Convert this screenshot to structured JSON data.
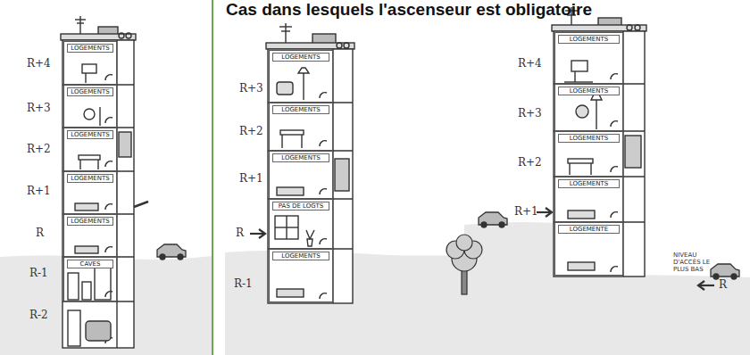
{
  "diagram": {
    "title": "Cas dans lesquels l'ascenseur est obligatoire",
    "nodes": [
      {
        "text": [
          "LOGEMENTS"
        ]
      },
      {
        "text": [
          "LOGEMENTS"
        ]
      },
      {
        "text": [
          "LOGEMENTS"
        ]
      },
      {
        "text": [
          "LOGEMENTS"
        ]
      },
      {
        "text": [
          "LOGEMENTS"
        ]
      },
      {
        "text": [
          "CAVES"
        ]
      },
      {
        "text": [
          "LOGEMENTS"
        ]
      },
      {
        "text": [
          "LOGEMENTS"
        ]
      },
      {
        "text": [
          "LOGEMENTS"
        ]
      },
      {
        "text": [
          "PAS DE LOGTS"
        ]
      },
      {
        "text": [
          "LOGEMENTS"
        ]
      },
      {
        "text": [
          "LOGEMENTS"
        ]
      },
      {
        "text": [
          "LOGEMENTS"
        ]
      },
      {
        "text": [
          "LOGEMENTS"
        ]
      },
      {
        "text": [
          "LOGEMENTS"
        ]
      },
      {
        "text": [
          "LOGEMENTE"
        ]
      }
    ],
    "labels": [
      "R+4",
      "R+3",
      "R+2",
      "R+1",
      "R",
      "R-1",
      "R-2",
      "R+3",
      "R+2",
      "R+1",
      "R",
      "R-1",
      "R+4",
      "R+3",
      "R+2",
      "R+1",
      "R",
      "NIVEAU D'ACCÈS LE PLUS BAS"
    ]
  }
}
